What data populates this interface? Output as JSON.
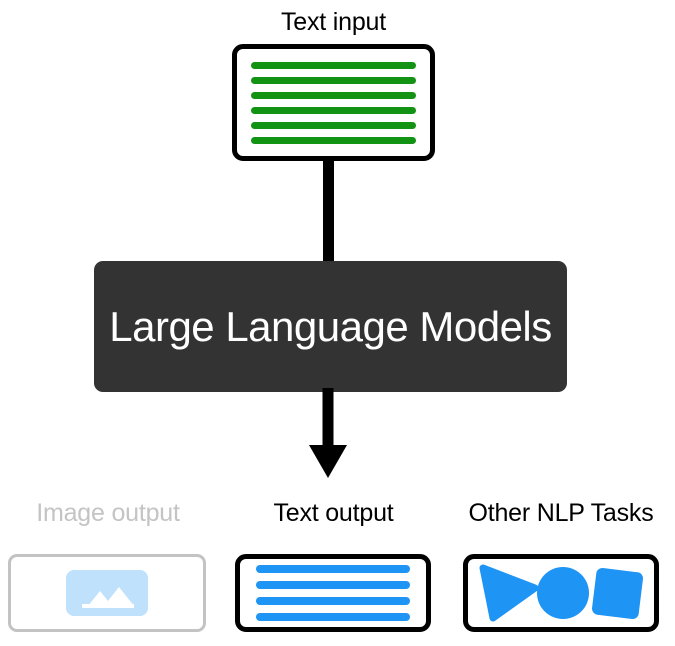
{
  "diagram": {
    "title_flow": "Large Language Models input/output flow",
    "input": {
      "label": "Text input",
      "content_icon": "text-lines-icon",
      "line_count": 6,
      "line_color": "#139313"
    },
    "model": {
      "label": "Large Language Models",
      "box_color": "#333333",
      "text_color": "#ffffff"
    },
    "outputs": [
      {
        "id": "image-output",
        "label": "Image output",
        "enabled": false,
        "label_color": "#c4c4c4",
        "border_color": "#c3c3c3",
        "content_icon": "image-placeholder-icon",
        "accent_color": "#bfe1fb"
      },
      {
        "id": "text-output",
        "label": "Text output",
        "enabled": true,
        "label_color": "#000000",
        "border_color": "#000000",
        "content_icon": "text-lines-icon",
        "line_count": 4,
        "accent_color": "#1e94f5"
      },
      {
        "id": "other-nlp-tasks",
        "label": "Other NLP Tasks",
        "enabled": true,
        "label_color": "#000000",
        "border_color": "#000000",
        "content_icon": "shapes-icon",
        "shapes": [
          "triangle",
          "circle",
          "rounded-square"
        ],
        "accent_color": "#1e94f5"
      }
    ],
    "connectors": [
      {
        "id": "input-to-model",
        "from": "Text input",
        "to": "Large Language Models",
        "arrowhead": false,
        "color": "#000000"
      },
      {
        "id": "model-to-outputs",
        "from": "Large Language Models",
        "to": "Text output",
        "arrowhead": true,
        "color": "#000000"
      }
    ]
  }
}
